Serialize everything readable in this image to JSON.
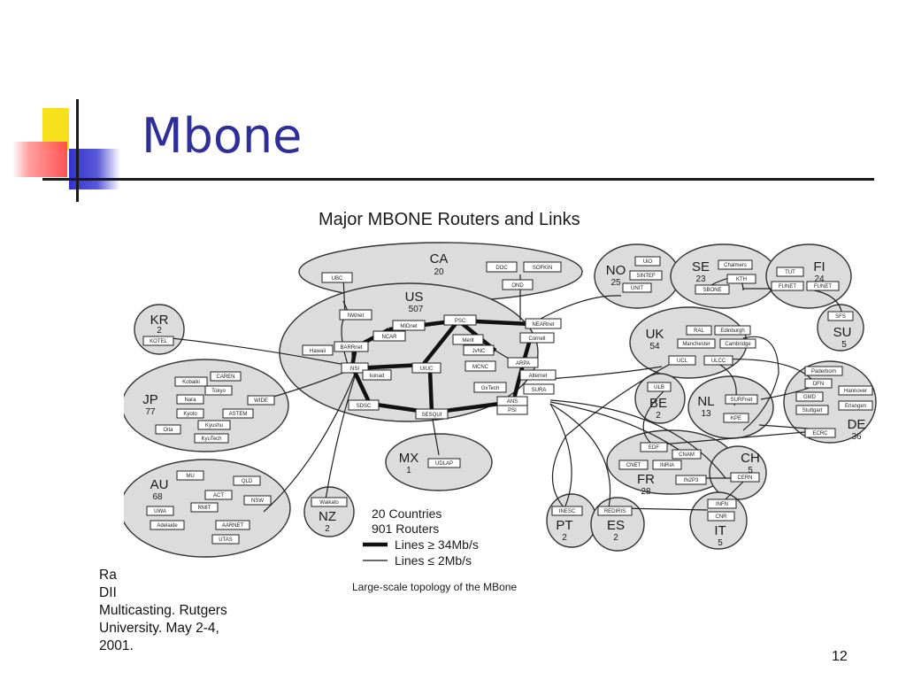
{
  "slide": {
    "title": "Mbone",
    "page_number": "12",
    "citation_lines": [
      "Ra",
      "DII",
      "Multicasting. Rutgers",
      "University.  May 2-4,",
      "2001."
    ]
  },
  "diagram": {
    "title": "Major MBONE Routers and Links",
    "caption": "Large-scale topology of the MBone",
    "legend": {
      "countries": "20 Countries",
      "routers": "901 Routers",
      "thick_line": "Lines ≥ 34Mb/s",
      "thin_line": "Lines ≤ 2Mb/s"
    },
    "regions": {
      "ca": {
        "code": "CA",
        "count": "20"
      },
      "us": {
        "code": "US",
        "count": "507"
      },
      "kr": {
        "code": "KR",
        "count": "2"
      },
      "jp": {
        "code": "JP",
        "count": "77"
      },
      "au": {
        "code": "AU",
        "count": "68"
      },
      "nz": {
        "code": "NZ",
        "count": "2"
      },
      "mx": {
        "code": "MX",
        "count": "1"
      },
      "no": {
        "code": "NO",
        "count": "25"
      },
      "se": {
        "code": "SE",
        "count": "23"
      },
      "fi": {
        "code": "FI",
        "count": "24"
      },
      "su": {
        "code": "SU",
        "count": "5"
      },
      "uk": {
        "code": "UK",
        "count": "54"
      },
      "be": {
        "code": "BE",
        "count": "2"
      },
      "nl": {
        "code": "NL",
        "count": "13"
      },
      "de": {
        "code": "DE",
        "count": "36"
      },
      "fr": {
        "code": "FR",
        "count": "28"
      },
      "ch": {
        "code": "CH",
        "count": "5"
      },
      "pt": {
        "code": "PT",
        "count": "2"
      },
      "es": {
        "code": "ES",
        "count": "2"
      },
      "it": {
        "code": "IT",
        "count": "5"
      }
    },
    "routers": {
      "ubc": "UBC",
      "doc": "DOC",
      "sofkin": "SOFKIN",
      "ond": "OND",
      "nwnet": "NWnet",
      "midnet": "MIDnet",
      "ncar": "NCAR",
      "psc": "PSC",
      "nearnet": "NEARnet",
      "barrnet": "BARRnet",
      "hawaii": "Hawaii",
      "nsi": "NSI",
      "konad": "konad",
      "merit": "Merit",
      "jvnc": "JvNC",
      "cornell": "Cornell",
      "uiuc": "UIUC",
      "mcnc": "MCNC",
      "arpa": "ARPA",
      "alternet": "Alternet",
      "gxtech": "GxTech",
      "sura": "SURA",
      "sdsc": "SDSC",
      "sesqui": "SESQUI",
      "ans": "ANS",
      "psi": "PSI",
      "kotel": "KOTEL",
      "kobaiki": "Kobaiki",
      "caren": "CAREN",
      "tokyo": "Tokyo",
      "nara": "Nara",
      "wide": "WIDE",
      "kyoto": "Kyoto",
      "astem": "ASTEM",
      "kyushu": "Kyushu",
      "oita": "Oita",
      "kyutech": "KyuTech",
      "mu": "MU",
      "qld": "QLD",
      "act": "ACT",
      "rmit": "RMIT",
      "nsw": "NSW",
      "uwa": "UWA",
      "adelaide": "Adelaide",
      "aarnet": "AARNET",
      "utas": "UTAS",
      "waikato": "Waikato",
      "udlap": "UDLAP",
      "uio": "UiO",
      "sintef": "SINTEF",
      "unit": "UNIT",
      "chalmers": "Chalmers",
      "kth": "KTH",
      "sbone": "SBONE",
      "tut": "TUT",
      "funet": "FUNET",
      "funet2": "FUNET",
      "sfs": "SFS",
      "ral": "RAL",
      "edinburgh": "Edinburgh",
      "manchester": "Manchester",
      "cambridge": "Cambridge",
      "ucl": "UCL",
      "ulcc": "ULCC",
      "ulb": "ULB",
      "surfnet": "SURFnet",
      "kpe": "KPE",
      "paderborn": "Paderborn",
      "dfn": "DFN",
      "gmd": "GMD",
      "hannover": "Hannover",
      "stuttgart": "Stuttgart",
      "erlangen": "Erlangen",
      "ecrc": "ECRC",
      "edf": "EDF",
      "cnam": "CNAM",
      "cnet": "CNET",
      "inria": "INRIA",
      "in2p3": "IN2P3",
      "cern": "CERN",
      "inesc": "INESC",
      "rediris": "REDIRIS",
      "infn": "INFN",
      "cnr": "CNR"
    }
  }
}
